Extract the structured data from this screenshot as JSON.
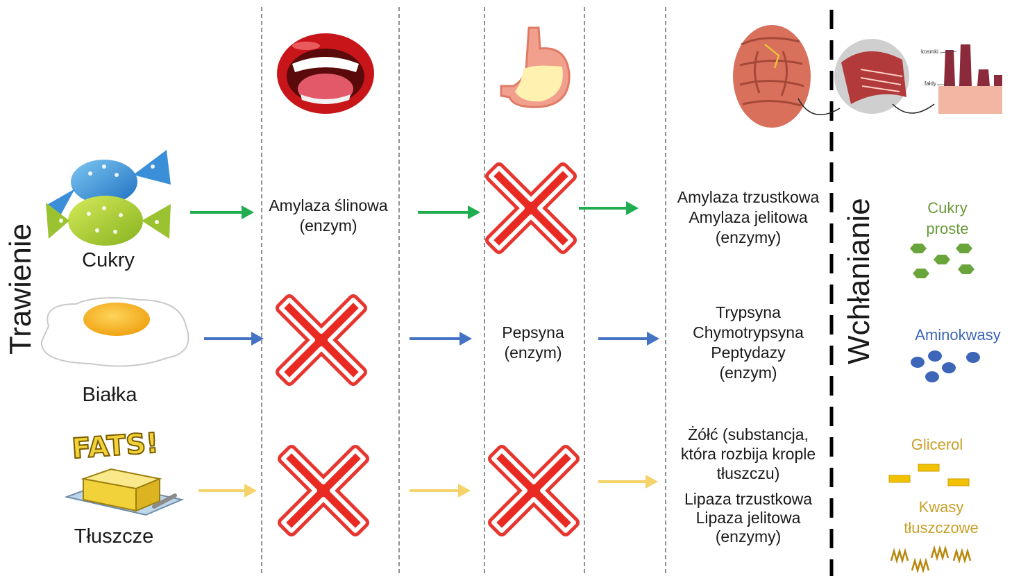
{
  "side_labels": {
    "left": "Trawienie",
    "right": "Wchłanianie"
  },
  "nutrients": [
    {
      "name": "Cukry",
      "arrow_color": "#1fad4f"
    },
    {
      "name": "Białka",
      "arrow_color": "#4472c4"
    },
    {
      "name": "Tłuszcze",
      "arrow_color": "#f5d36b"
    }
  ],
  "stages": [
    "mouth",
    "stomach",
    "intestine"
  ],
  "enzymes": {
    "mouth_sugar": [
      "Amylaza ślinowa",
      "(enzym)"
    ],
    "stomach_protein": [
      "Pepsyna",
      "(enzym)"
    ],
    "intestine_sugar": [
      "Amylaza trzustkowa",
      "Amylaza jelitowa",
      "(enzymy)"
    ],
    "intestine_protein": [
      "Trypsyna",
      "Chymotrypsyna",
      "Peptydazy",
      "(enzym)"
    ],
    "intestine_fat_bile": [
      "Żółć (substancja,",
      "która rozbija krople",
      "tłuszczu)"
    ],
    "intestine_fat_lipase": [
      "Lipaza trzustkowa",
      "Lipaza jelitowa",
      "(enzymy)"
    ]
  },
  "blocked": [
    "stomach-sugar",
    "mouth-protein",
    "mouth-fat",
    "stomach-fat"
  ],
  "illustration_text": {
    "fats_logo": "FATS!",
    "villi_label": "kosmki",
    "folds_label": "fałdy"
  },
  "products": {
    "sugar": {
      "label": [
        "Cukry",
        "proste"
      ],
      "color": "#6a9a3a"
    },
    "protein": {
      "label": [
        "Aminokwasy"
      ],
      "color": "#3d66b8"
    },
    "glycerol": {
      "label": [
        "Glicerol"
      ],
      "color": "#c9a12a"
    },
    "fatty_acids": {
      "label": [
        "Kwasy",
        "tłuszczowe"
      ],
      "color": "#c9a12a"
    }
  }
}
